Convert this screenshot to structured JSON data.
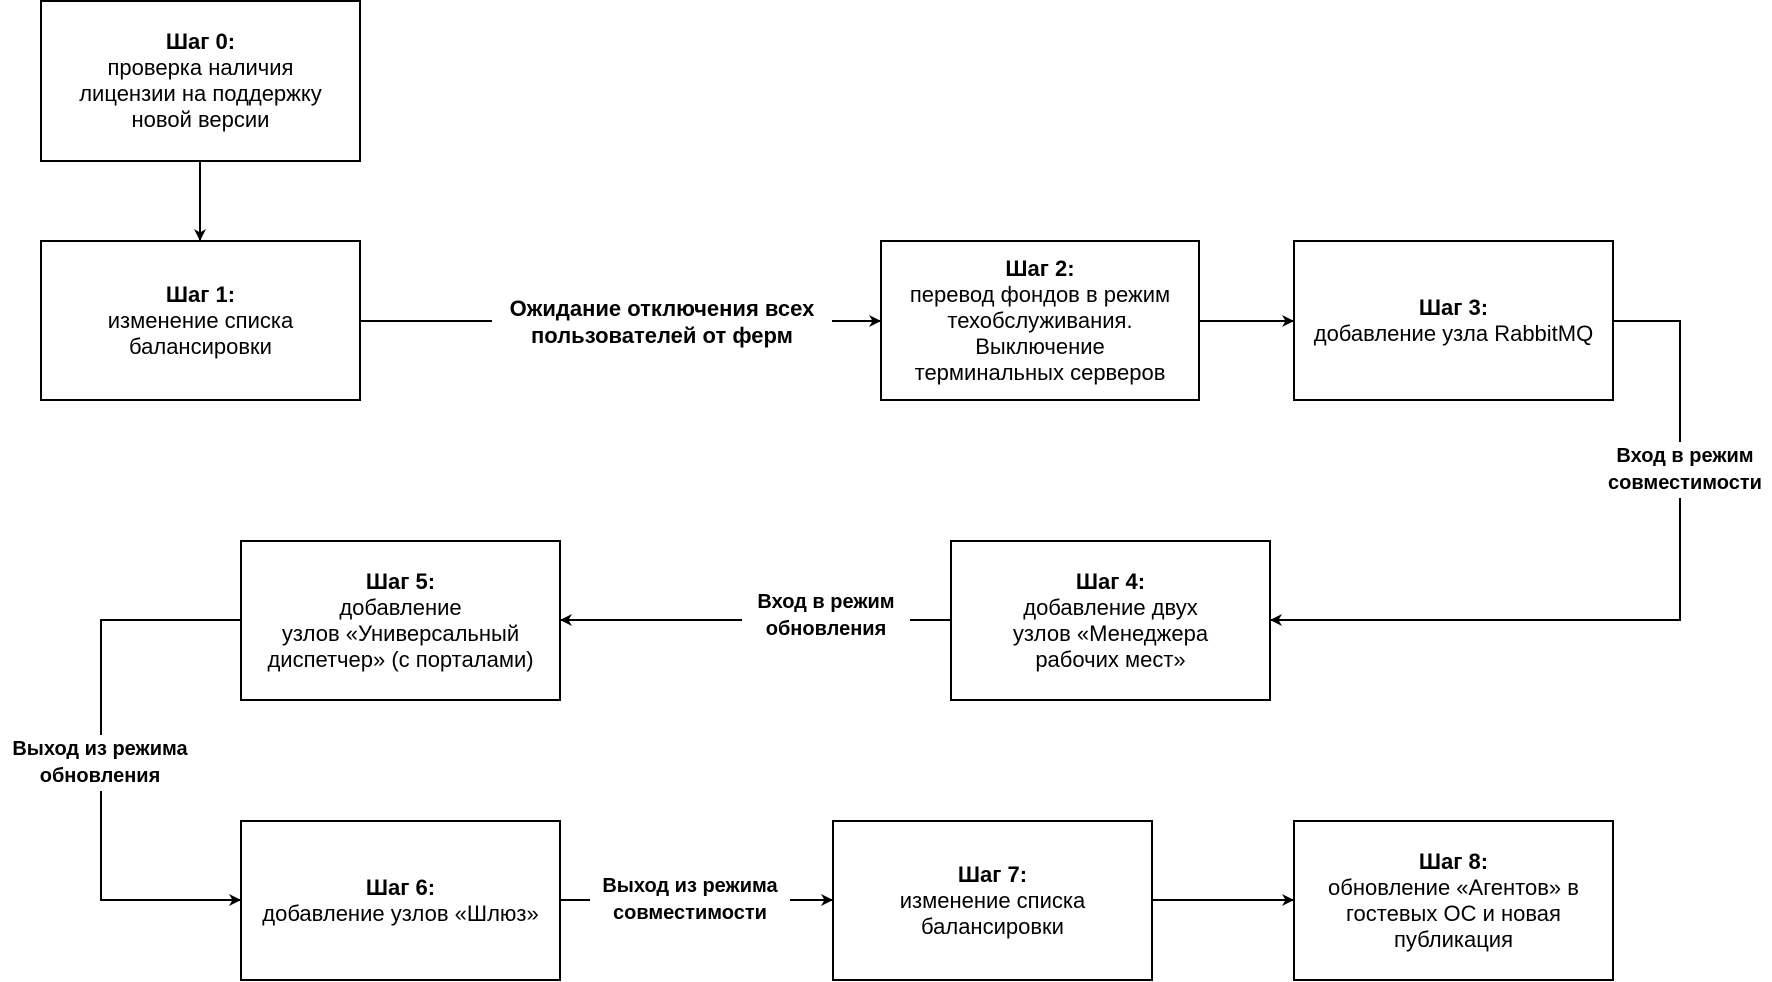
{
  "steps": [
    {
      "title": "Шаг 0:",
      "desc": "проверка наличия\nлицензии на поддержку\nновой версии"
    },
    {
      "title": "Шаг 1:",
      "desc": "изменение списка\nбалансировки"
    },
    {
      "title": "Шаг 2:",
      "desc": "перевод фондов в режим\nтехобслуживания.\nВыключение\nтерминальных серверов"
    },
    {
      "title": "Шаг 3:",
      "desc": "добавление узла RabbitMQ"
    },
    {
      "title": "Шаг 4:",
      "desc": "добавление двух\nузлов «Менеджера\nрабочих мест»"
    },
    {
      "title": "Шаг 5:",
      "desc": "добавление\nузлов «Универсальный\nдиспетчер» (с порталами)"
    },
    {
      "title": "Шаг 6:",
      "desc": "добавление узлов «Шлюз»"
    },
    {
      "title": "Шаг 7:",
      "desc": "изменение списка\nбалансировки"
    },
    {
      "title": "Шаг 8:",
      "desc": "обновление «Агентов» в\nгостевых ОС и новая\nпубликация"
    }
  ],
  "edge_labels": {
    "wait_users": "Ожидание отключения всех\nпользователей от ферм",
    "enter_compat": "Вход в режим\nсовместимости",
    "enter_update": "Вход в режим\nобновления",
    "exit_update": "Выход из режима\nобновления",
    "exit_compat": "Выход из режима\nсовместимости"
  },
  "colors": {
    "stroke": "#000000",
    "background": "#ffffff"
  }
}
